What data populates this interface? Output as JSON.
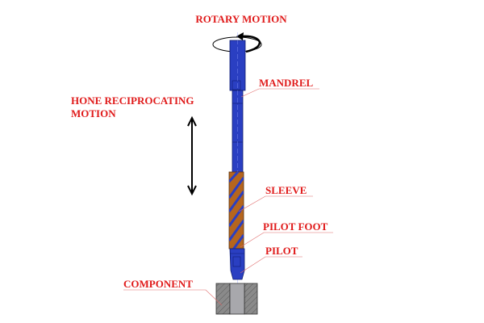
{
  "labels": {
    "rotary": "ROTARY MOTION",
    "mandrel": "MANDREL",
    "hone_line1": "HONE RECIPROCATING",
    "hone_line2": "MOTION",
    "sleeve": "SLEEVE",
    "pilot_foot": "PILOT FOOT",
    "pilot": "PILOT",
    "component": "COMPONENT"
  },
  "colors": {
    "label": "#e01b1b",
    "mandrel": "#2a3fc2",
    "sleeve": "#b5651d",
    "component": "#7a7a7a"
  }
}
